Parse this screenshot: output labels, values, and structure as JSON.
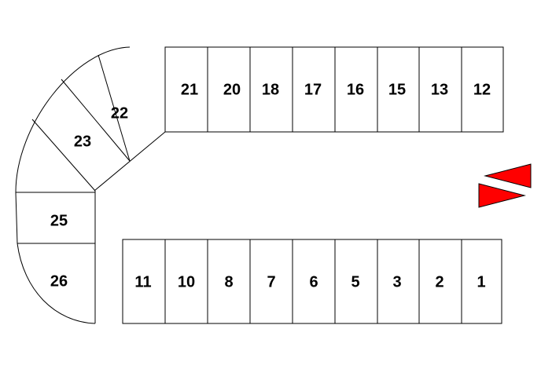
{
  "colors": {
    "arrow": "#ff0000",
    "outline": "#000000",
    "background": "#ffffff"
  },
  "top_row": {
    "lots": [
      "21",
      "20",
      "18",
      "17",
      "16",
      "15",
      "13",
      "12"
    ]
  },
  "bottom_row": {
    "lots": [
      "11",
      "10",
      "8",
      "7",
      "6",
      "5",
      "3",
      "2",
      "1"
    ]
  },
  "curve": {
    "lots": [
      "22",
      "23",
      "25",
      "26"
    ]
  },
  "arrows": {
    "icons": [
      "triangle-arrow-icon",
      "triangle-arrow-icon"
    ]
  }
}
